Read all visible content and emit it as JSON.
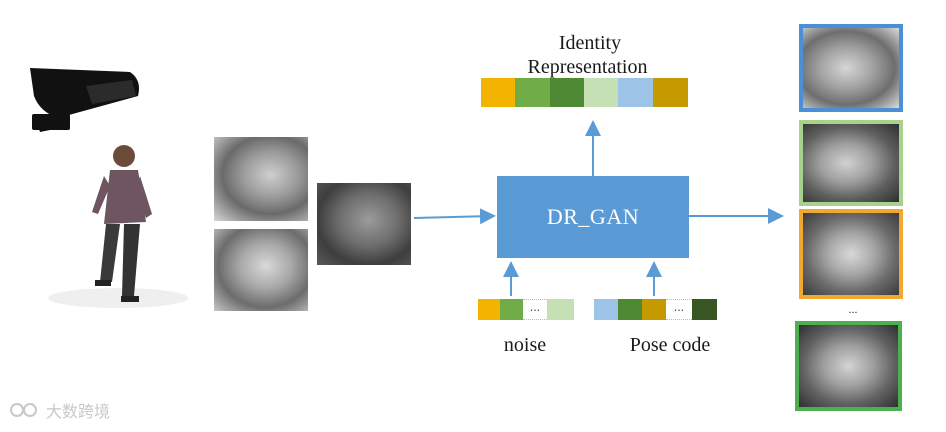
{
  "identity_label_line1": "Identity",
  "identity_label_line2": "Representation",
  "model_label": "DR_GAN",
  "noise_label": "noise",
  "pose_label": "Pose code",
  "ellipsis": "...",
  "vertical_ellipsis": "...",
  "watermark": "大数跨境",
  "colors": {
    "arrow": "#5b9bd5",
    "box": "#5b9bd5",
    "orange": "#f2b400",
    "green": "#70ad47",
    "dark_green": "#4e8a33",
    "light_green": "#c5e0b4",
    "light_blue": "#9dc3e6",
    "gold": "#c49a00",
    "deep_green": "#375623",
    "frame_blue": "#4a90d9",
    "frame_lightgreen": "#a9d18e",
    "frame_orange": "#f0a830",
    "frame_green": "#4caf50"
  },
  "identity_vector": [
    "orange",
    "green",
    "dark_green",
    "light_green",
    "light_blue",
    "gold"
  ],
  "noise_vector": [
    "orange",
    "green",
    "ellipsis",
    "light_green"
  ],
  "pose_vector": [
    "light_blue",
    "dark_green",
    "gold",
    "ellipsis",
    "deep_green"
  ]
}
